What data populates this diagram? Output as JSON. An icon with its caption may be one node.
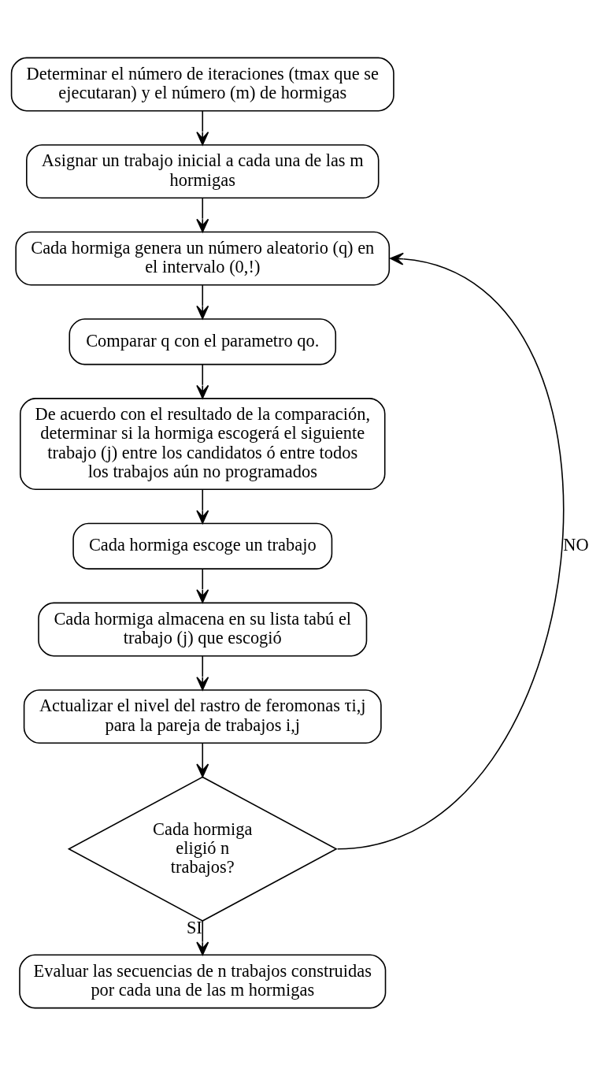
{
  "diagram": {
    "nodes": [
      {
        "text": [
          "Determinar el número de iteraciones (tmax que se ejecutaran) y el número (m) de hormigas"
        ]
      },
      {
        "text": [
          "Asignar un trabajo inicial a cada una de las m hormigas"
        ]
      },
      {
        "text": [
          "Cada hormiga genera un número aleatorio (q) en el intervalo (0,!)"
        ]
      },
      {
        "text": [
          "Comparar q con el parametro qo."
        ]
      },
      {
        "text": [
          "De acuerdo con el resultado de la comparación, determinar si la hormiga escogerá el siguiente trabajo (j) entre los candidatos ó entre todos los trabajos aún no programados"
        ]
      },
      {
        "text": [
          "Cada hormiga escoge un trabajo"
        ]
      },
      {
        "text": [
          "Cada hormiga almacena en su lista tabú el trabajo (j) que escogió"
        ]
      },
      {
        "text": [
          "Actualizar el nivel del rastro de feromonas τi,j para la pareja de trabajos i,j"
        ]
      },
      {
        "text": [
          "Cada hormiga eligió n trabajos?"
        ]
      },
      {
        "text": [
          "Evaluar las secuencias de n trabajos construidas por cada una de las m hormigas"
        ]
      }
    ],
    "edges": [
      {
        "from": 0,
        "to": 1,
        "arrow": "to"
      },
      {
        "from": 1,
        "to": 2,
        "arrow": "to"
      },
      {
        "from": 2,
        "to": 3,
        "arrow": "to"
      },
      {
        "from": 3,
        "to": 4,
        "arrow": "to"
      },
      {
        "from": 4,
        "to": 5,
        "arrow": "to"
      },
      {
        "from": 5,
        "to": 6,
        "arrow": "to"
      },
      {
        "from": 6,
        "to": 7,
        "arrow": "to"
      },
      {
        "from": 7,
        "to": 8,
        "arrow": "to"
      },
      {
        "from": 8,
        "to": 9,
        "arrow": "to",
        "label": "SI"
      },
      {
        "from": 8,
        "to": 2,
        "arrow": "to",
        "label": "NO"
      }
    ]
  }
}
